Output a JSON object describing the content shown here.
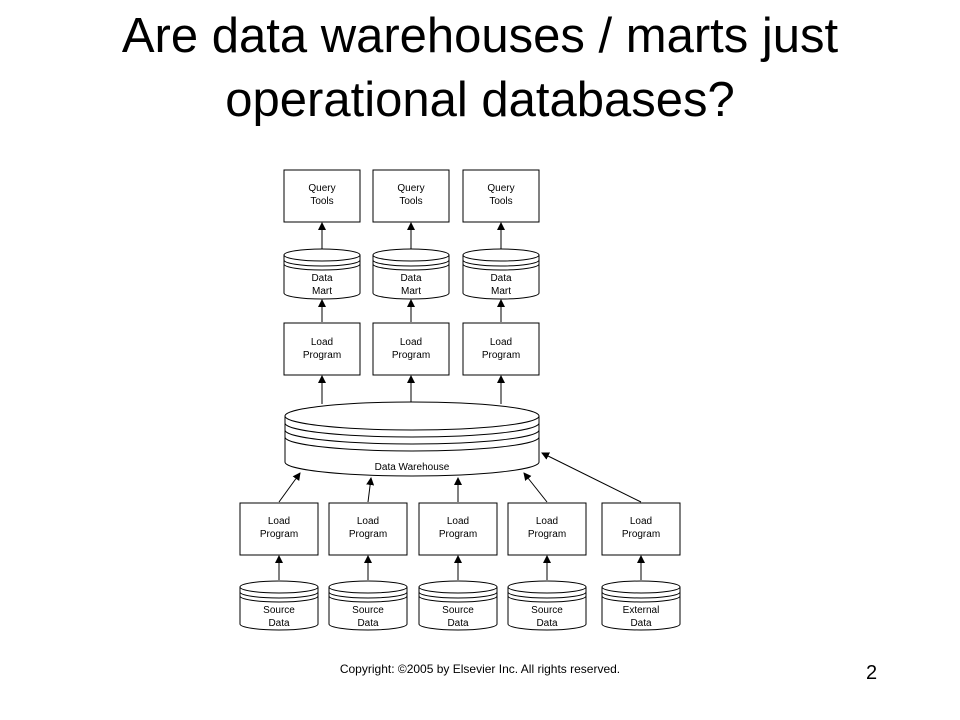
{
  "slide": {
    "title_line1": "Are data warehouses / marts just",
    "title_line2": "operational databases?",
    "footer": "Copyright: ©2005 by Elsevier Inc. All rights reserved.",
    "page_number": "2"
  },
  "diagram": {
    "query_tools": [
      {
        "line1": "Query",
        "line2": "Tools"
      },
      {
        "line1": "Query",
        "line2": "Tools"
      },
      {
        "line1": "Query",
        "line2": "Tools"
      }
    ],
    "data_marts": [
      {
        "line1": "Data",
        "line2": "Mart"
      },
      {
        "line1": "Data",
        "line2": "Mart"
      },
      {
        "line1": "Data",
        "line2": "Mart"
      }
    ],
    "upper_load_programs": [
      {
        "line1": "Load",
        "line2": "Program"
      },
      {
        "line1": "Load",
        "line2": "Program"
      },
      {
        "line1": "Load",
        "line2": "Program"
      }
    ],
    "warehouse": {
      "label": "Data Warehouse"
    },
    "lower_load_programs": [
      {
        "line1": "Load",
        "line2": "Program"
      },
      {
        "line1": "Load",
        "line2": "Program"
      },
      {
        "line1": "Load",
        "line2": "Program"
      },
      {
        "line1": "Load",
        "line2": "Program"
      },
      {
        "line1": "Load",
        "line2": "Program"
      }
    ],
    "sources": [
      {
        "line1": "Source",
        "line2": "Data"
      },
      {
        "line1": "Source",
        "line2": "Data"
      },
      {
        "line1": "Source",
        "line2": "Data"
      },
      {
        "line1": "Source",
        "line2": "Data"
      },
      {
        "line1": "External",
        "line2": "Data"
      }
    ]
  }
}
